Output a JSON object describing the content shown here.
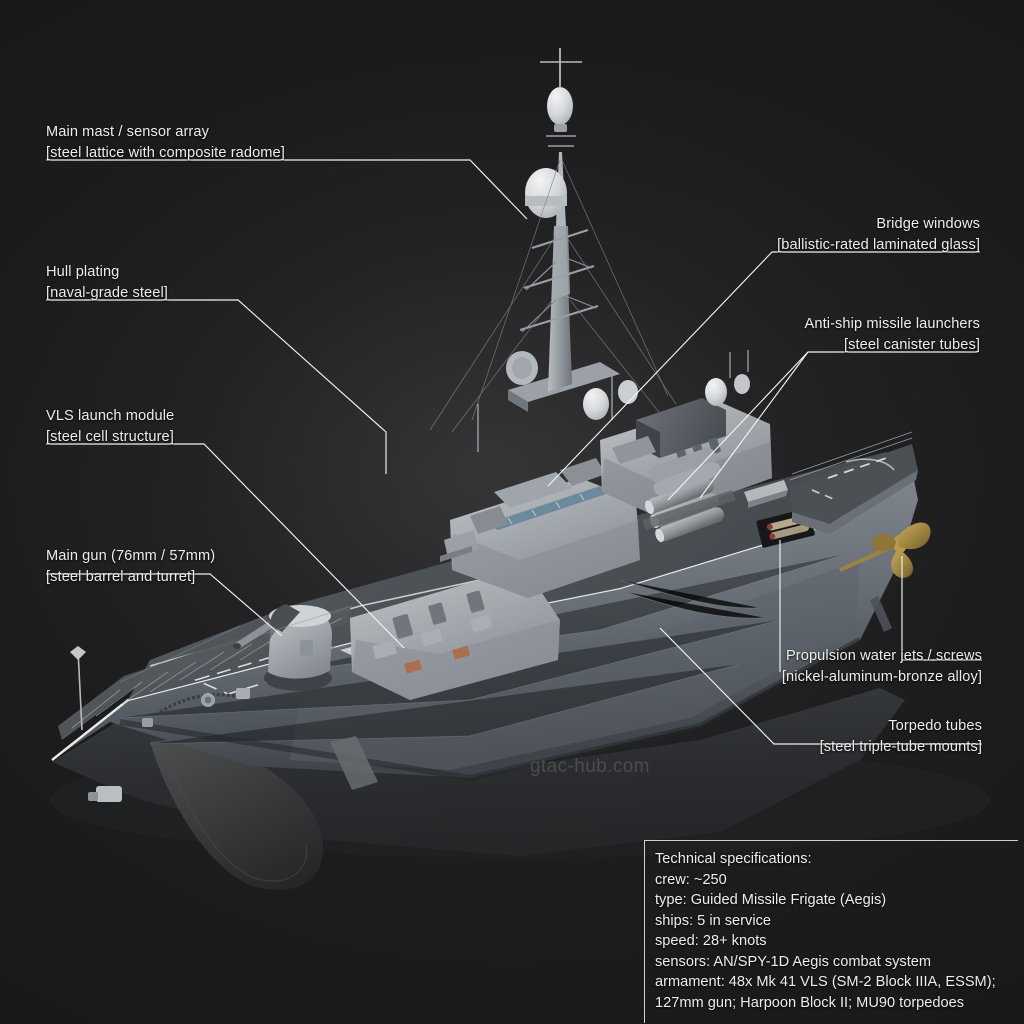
{
  "scene": {
    "background_color": "#1e1e1f",
    "subject": "Guided missile frigate technical cutaway diagram",
    "watermark": "gtac-hub.com"
  },
  "callouts": [
    {
      "name": "main-mast",
      "title": "Main mast / sensor array",
      "material": "[steel lattice with composite radome]"
    },
    {
      "name": "hull-plating",
      "title": "Hull plating",
      "material": "[naval-grade steel]"
    },
    {
      "name": "vls-launch-module",
      "title": "VLS launch module",
      "material": "[steel cell structure]"
    },
    {
      "name": "main-gun",
      "title": "Main gun (76mm / 57mm)",
      "material": "[steel barrel and turret]"
    },
    {
      "name": "bridge-windows",
      "title": "Bridge windows",
      "material": "[ballistic-rated laminated glass]"
    },
    {
      "name": "anti-ship-missile-launchers",
      "title": "Anti-ship missile launchers",
      "material": "[steel canister tubes]"
    },
    {
      "name": "propulsion",
      "title": "Propulsion water jets / screws",
      "material": "[nickel-aluminum-bronze alloy]"
    },
    {
      "name": "torpedo-tubes",
      "title": "Torpedo tubes",
      "material": "[steel triple-tube mounts]"
    }
  ],
  "specs": {
    "heading": "Technical specifications:",
    "lines": [
      "crew: ~250",
      "type: Guided Missile Frigate (Aegis)",
      "ships: 5 in service",
      "speed: 28+ knots",
      "sensors: AN/SPY-1D Aegis combat system",
      "armament: 48x Mk 41 VLS (SM-2 Block IIIA, ESSM);",
      "127mm gun; Harpoon Block II; MU90 torpedoes"
    ]
  }
}
